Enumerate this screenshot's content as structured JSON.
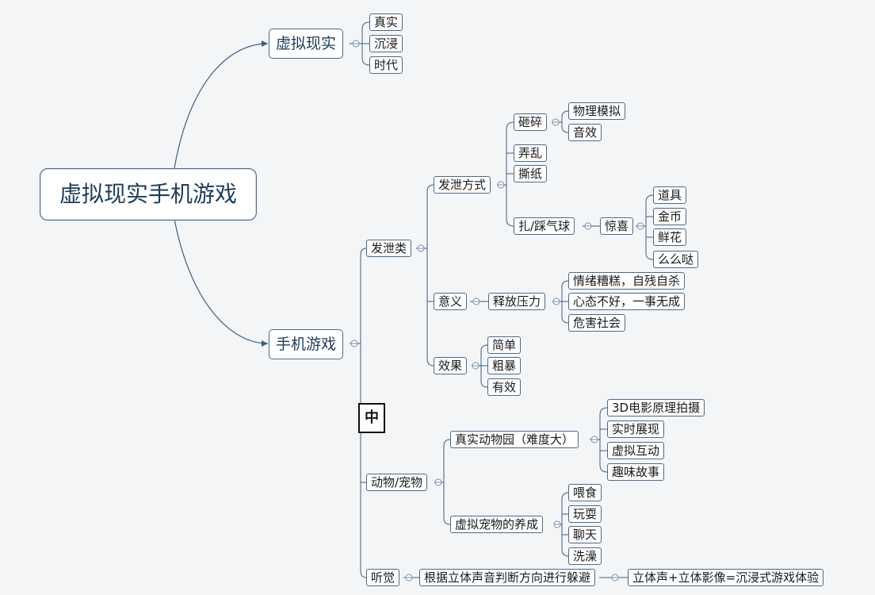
{
  "root": "虚拟现实手机游戏",
  "vr": {
    "label": "虚拟现实",
    "children": [
      "真实",
      "沉浸",
      "时代"
    ]
  },
  "mobile": {
    "label": "手机游戏"
  },
  "marker": "中",
  "vent": {
    "label": "发泄类",
    "method": {
      "label": "发泄方式",
      "smash": {
        "label": "砸碎",
        "children": [
          "物理模拟",
          "音效"
        ]
      },
      "mess": "弄乱",
      "tear": "撕纸",
      "balloon": {
        "label": "扎/踩气球",
        "surprise": {
          "label": "惊喜",
          "children": [
            "道具",
            "金币",
            "鲜花",
            "么么哒"
          ]
        }
      }
    },
    "meaning": {
      "label": "意义",
      "relieve": {
        "label": "释放压力",
        "children": [
          "情绪糟糕，自残自杀",
          "心态不好，一事无成",
          "危害社会"
        ]
      }
    },
    "effect": {
      "label": "效果",
      "children": [
        "简单",
        "粗暴",
        "有效"
      ]
    }
  },
  "animal": {
    "label": "动物/宠物",
    "zoo": {
      "label": "真实动物园（难度大）",
      "children": [
        "3D电影原理拍摄",
        "实时展现",
        "虚拟互动",
        "趣味故事"
      ]
    },
    "pet": {
      "label": "虚拟宠物的养成",
      "children": [
        "喂食",
        "玩耍",
        "聊天",
        "洗澡"
      ]
    }
  },
  "hearing": {
    "label": "听觉",
    "dodge": {
      "label": "根据立体声音判断方向进行躲避",
      "result": "立体声+立体影像=沉浸式游戏体验"
    }
  }
}
